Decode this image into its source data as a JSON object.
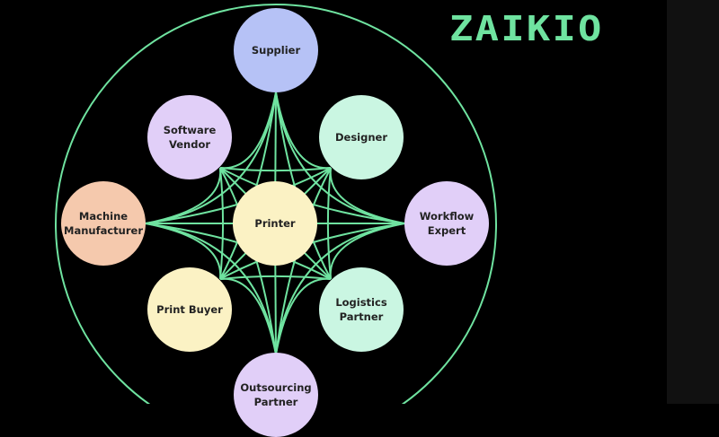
{
  "logo": {
    "text": "ZAIKIO"
  },
  "colors": {
    "accent": "#6fe3a0",
    "background": "#000000",
    "side_panel": "#111111"
  },
  "nodes": [
    {
      "id": "supplier",
      "label": "Supplier",
      "color": "#b6c2f6"
    },
    {
      "id": "software-vendor",
      "label": "Software\nVendor",
      "color": "#e1cff8"
    },
    {
      "id": "designer",
      "label": "Designer",
      "color": "#caf6e2"
    },
    {
      "id": "machine-manufacturer",
      "label": "Machine\nManufacturer",
      "color": "#f5c9ad"
    },
    {
      "id": "printer",
      "label": "Printer",
      "color": "#fbf2c4"
    },
    {
      "id": "workflow-expert",
      "label": "Workflow\nExpert",
      "color": "#e1cff8"
    },
    {
      "id": "print-buyer",
      "label": "Print Buyer",
      "color": "#fbf2c4"
    },
    {
      "id": "logistics-partner",
      "label": "Logistics\nPartner",
      "color": "#caf6e2"
    },
    {
      "id": "outsourcing-partner",
      "label": "Outsourcing\nPartner",
      "color": "#e1cff8"
    }
  ]
}
